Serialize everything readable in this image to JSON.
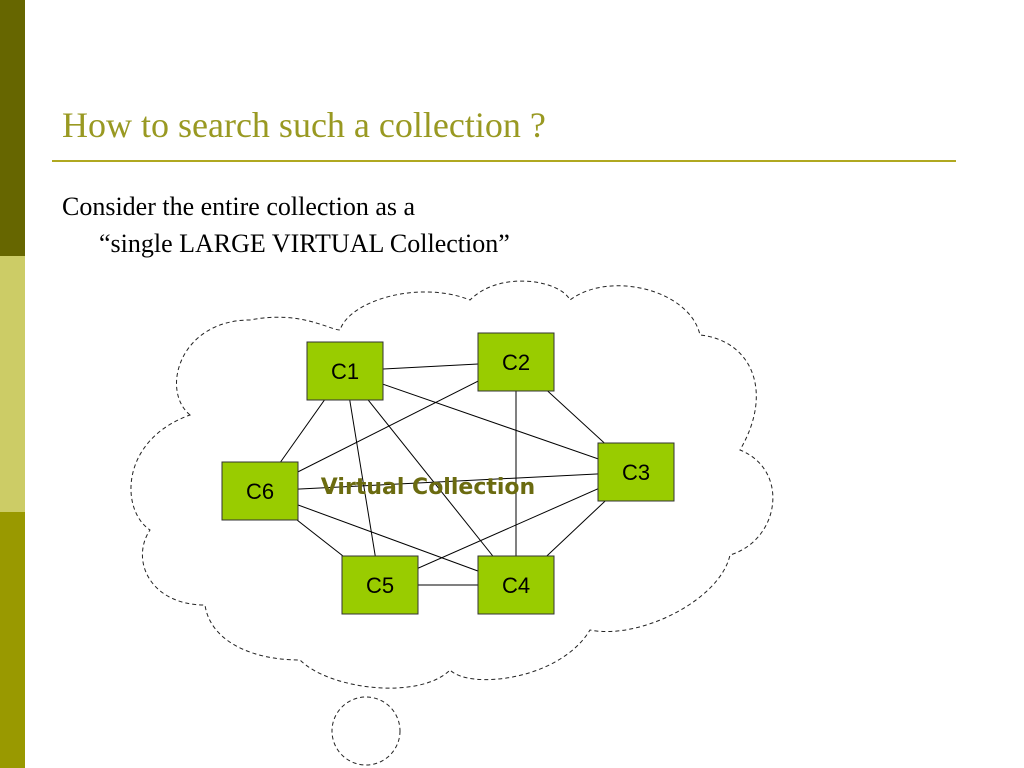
{
  "slide": {
    "title": "How to search such a collection ?",
    "bullet": {
      "line1": "Consider the entire collection as a",
      "line2": "“single LARGE VIRTUAL Collection”"
    }
  },
  "diagram": {
    "center_label": "Virtual Collection",
    "nodes": [
      {
        "id": "C1",
        "label": "C1"
      },
      {
        "id": "C2",
        "label": "C2"
      },
      {
        "id": "C3",
        "label": "C3"
      },
      {
        "id": "C4",
        "label": "C4"
      },
      {
        "id": "C5",
        "label": "C5"
      },
      {
        "id": "C6",
        "label": "C6"
      }
    ],
    "edges": [
      [
        "C1",
        "C2"
      ],
      [
        "C1",
        "C3"
      ],
      [
        "C1",
        "C4"
      ],
      [
        "C1",
        "C5"
      ],
      [
        "C1",
        "C6"
      ],
      [
        "C2",
        "C3"
      ],
      [
        "C2",
        "C4"
      ],
      [
        "C2",
        "C6"
      ],
      [
        "C3",
        "C4"
      ],
      [
        "C3",
        "C5"
      ],
      [
        "C3",
        "C6"
      ],
      [
        "C4",
        "C5"
      ],
      [
        "C4",
        "C6"
      ],
      [
        "C5",
        "C6"
      ]
    ],
    "colors": {
      "node_fill": "#99cc00",
      "node_border": "#333333",
      "accent": "#999922"
    }
  }
}
